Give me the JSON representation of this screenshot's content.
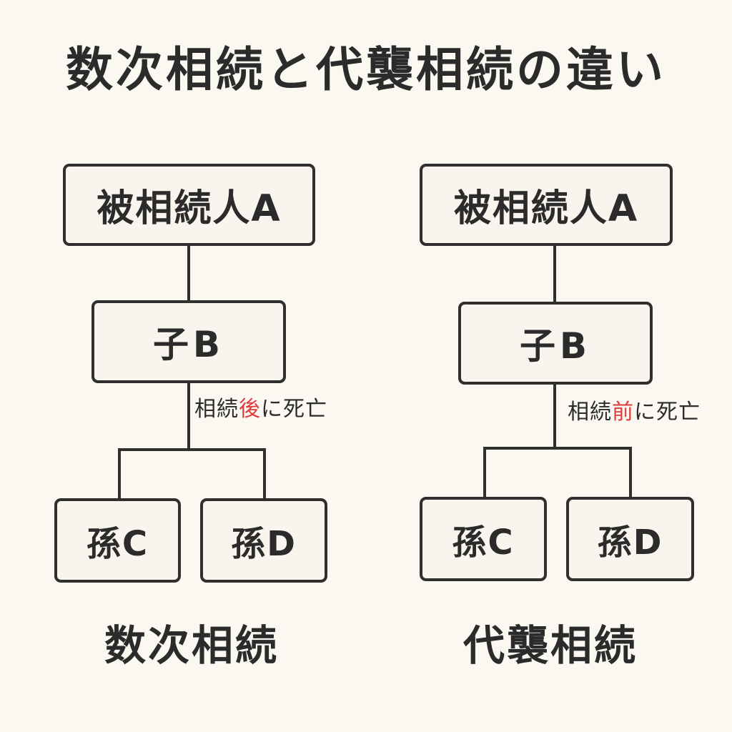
{
  "title": "数次相続と代襲相続の違い",
  "diagrams": {
    "left": {
      "root": "被相続人A",
      "child": "子B",
      "note_prefix": "相続",
      "note_highlight": "後",
      "note_suffix": "に死亡",
      "grandchild_c": "孫C",
      "grandchild_d": "孫D",
      "caption": "数次相続"
    },
    "right": {
      "root": "被相続人A",
      "child": "子B",
      "note_prefix": "相続",
      "note_highlight": "前",
      "note_suffix": "に死亡",
      "grandchild_c": "孫C",
      "grandchild_d": "孫D",
      "caption": "代襲相続"
    }
  },
  "colors": {
    "background": "#fbf8f2",
    "box_fill": "#f9f4ed",
    "stroke": "#2f2f2f",
    "highlight": "#e03a3a"
  }
}
